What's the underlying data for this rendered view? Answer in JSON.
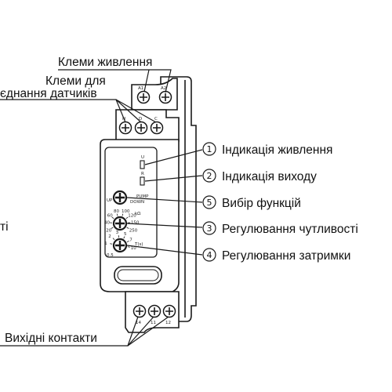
{
  "labels": {
    "power_terminals": "Клеми живлення",
    "sensor_terminals_line1": "Клеми для",
    "sensor_terminals_line2": "єднання датчиків",
    "output_contacts": "Вихідні контакти",
    "left_fragment": "ті"
  },
  "callouts": [
    {
      "num": "1",
      "text": "Індикація живлення"
    },
    {
      "num": "2",
      "text": "Індикація виходу"
    },
    {
      "num": "5",
      "text": "Вибір функцій"
    },
    {
      "num": "3",
      "text": "Регулювання чутливості"
    },
    {
      "num": "4",
      "text": "Регулювання затримки"
    }
  ],
  "terminals": {
    "top_power": [
      "A1",
      "A2"
    ],
    "top_sensor": [
      "H",
      "D",
      "C"
    ],
    "bottom_output": [
      "14",
      "11",
      "12"
    ]
  },
  "panel": {
    "led_power": "U",
    "led_output": "R",
    "function_left": "UP",
    "function_right": "PUMP",
    "function_sub": "DOWN",
    "sensitivity_marks": [
      "20",
      "40",
      "60",
      "80",
      "100",
      "120",
      "150",
      "250"
    ],
    "sensitivity_unit": "kΩ",
    "delay_marks": [
      "1",
      "2",
      "3",
      "5",
      "7",
      "10"
    ],
    "delay_unit": "T(s)",
    "delay_sub": "0.5"
  },
  "colors": {
    "line": "#1a1a1a",
    "body": "#ffffff",
    "accent_grey": "#d8d8d8"
  }
}
